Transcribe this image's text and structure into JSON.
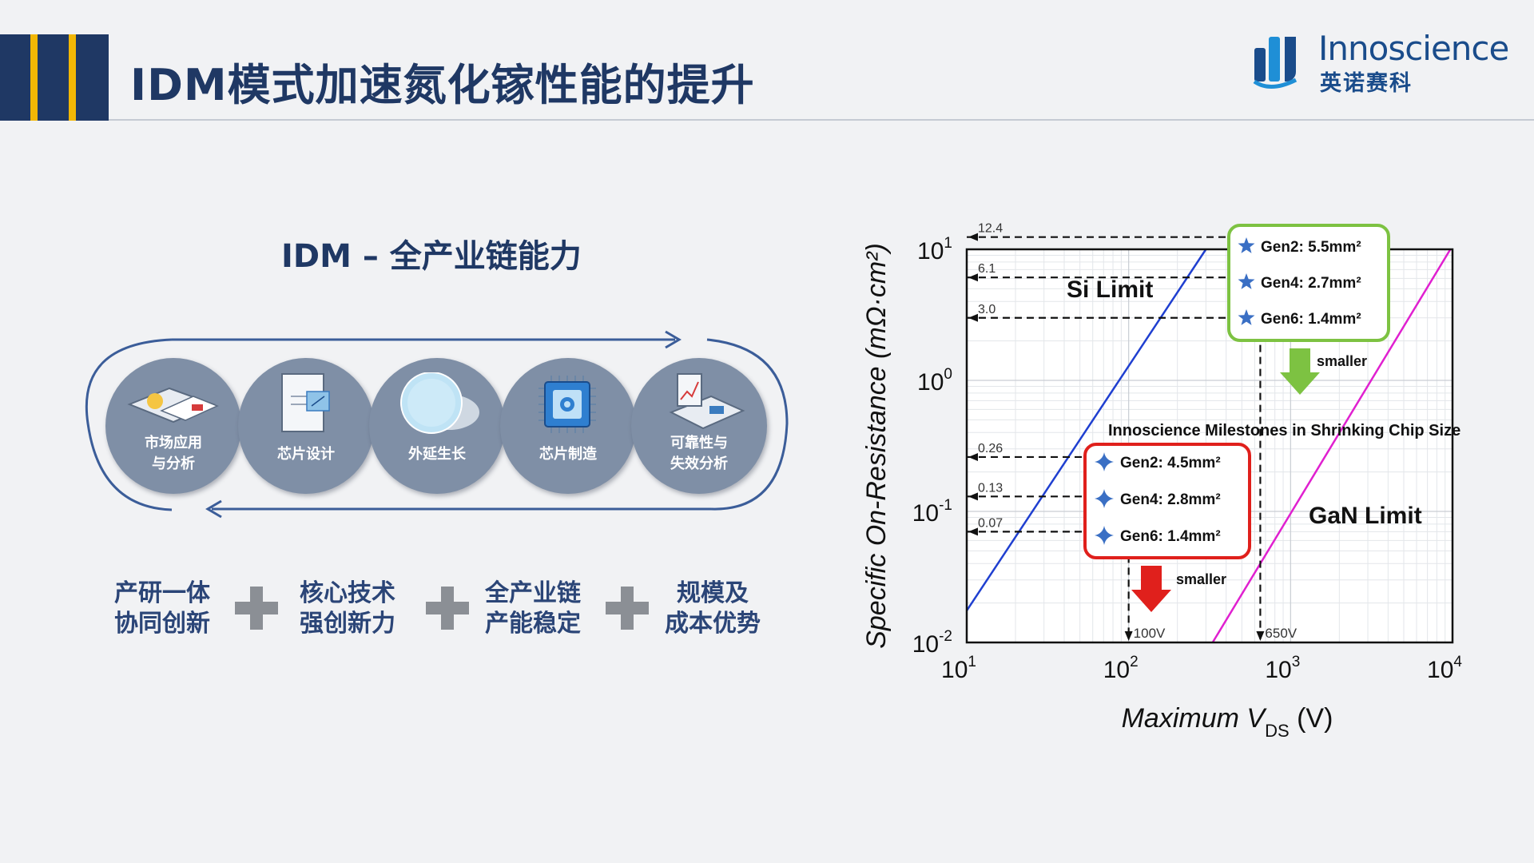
{
  "header": {
    "title": "IDM模式加速氮化镓性能的提升",
    "logo_name": "Innoscience",
    "logo_cn": "英诺赛科",
    "stripe_color": "#f2b705",
    "brand_color": "#1f3864"
  },
  "idm": {
    "title": "IDM – 全产业链能力",
    "steps": [
      {
        "label_1": "市场应用",
        "label_2": "与分析",
        "icon": "market-analysis-icon"
      },
      {
        "label_1": "芯片设计",
        "label_2": "",
        "icon": "chip-design-icon"
      },
      {
        "label_1": "外延生长",
        "label_2": "",
        "icon": "wafer-icon"
      },
      {
        "label_1": "芯片制造",
        "label_2": "",
        "icon": "chip-icon"
      },
      {
        "label_1": "可靠性与",
        "label_2": "失效分析",
        "icon": "reliability-icon"
      }
    ],
    "pillars": [
      {
        "line_1": "产研一体",
        "line_2": "协同创新"
      },
      {
        "line_1": "核心技术",
        "line_2": "强创新力"
      },
      {
        "line_1": "全产业链",
        "line_2": "产能稳定"
      },
      {
        "line_1": "规模及",
        "line_2": "成本优势"
      }
    ]
  },
  "chart_data": {
    "type": "line",
    "xscale": "log",
    "yscale": "log",
    "xlim": [
      10,
      10000
    ],
    "ylim": [
      0.01,
      10
    ],
    "xticks": [
      10,
      100,
      1000,
      10000
    ],
    "yticks": [
      0.01,
      0.1,
      1,
      10
    ],
    "xtick_labels": [
      {
        "base": "10",
        "exp": "1"
      },
      {
        "base": "10",
        "exp": "2"
      },
      {
        "base": "10",
        "exp": "3"
      },
      {
        "base": "10",
        "exp": "4"
      }
    ],
    "ytick_labels": [
      {
        "base": "10",
        "exp": "-2"
      },
      {
        "base": "10",
        "exp": "-1"
      },
      {
        "base": "10",
        "exp": "0"
      },
      {
        "base": "10",
        "exp": "1"
      }
    ],
    "xlabel": {
      "main": "Maximum V",
      "sub": "DS",
      "unit": " (V)"
    },
    "ylabel": "Specific On-Resistance (mΩ·cm²)",
    "grid": true,
    "series": [
      {
        "name": "Si Limit",
        "color": "#1f3fd0",
        "x": [
          10,
          300
        ],
        "y": [
          0.0175,
          10
        ]
      },
      {
        "name": "GaN Limit",
        "color": "#e020d0",
        "x": [
          330,
          9700
        ],
        "y": [
          0.01,
          10
        ]
      }
    ],
    "reference_lines": [
      {
        "label": "12.4",
        "y": 12.4,
        "x_end": 650
      },
      {
        "label": "6.1",
        "y": 6.1,
        "x_end": 650
      },
      {
        "label": "3.0",
        "y": 3.0,
        "x_end": 650
      },
      {
        "label": "0.26",
        "y": 0.26,
        "x_end": 100
      },
      {
        "label": "0.13",
        "y": 0.13,
        "x_end": 100
      },
      {
        "label": "0.07",
        "y": 0.07,
        "x_end": 100
      }
    ],
    "voltage_markers": [
      {
        "label": "100V",
        "x": 100
      },
      {
        "label": "650V",
        "x": 650
      }
    ],
    "group_650v": {
      "border_color": "#7dc242",
      "items": [
        "Gen2: 5.5mm²",
        "Gen4: 2.7mm²",
        "Gen6: 1.4mm²"
      ],
      "arrow_color": "#7dc242",
      "arrow_label": "smaller"
    },
    "group_100v": {
      "border_color": "#e0201c",
      "items": [
        "Gen2: 4.5mm²",
        "Gen4: 2.8mm²",
        "Gen6: 1.4mm²"
      ],
      "arrow_color": "#e0201c",
      "arrow_label": "smaller"
    },
    "annotations": {
      "si_limit": "Si Limit",
      "gan_limit": "GaN Limit",
      "milestones": "Innoscience Milestones in Shrinking Chip Size"
    }
  }
}
